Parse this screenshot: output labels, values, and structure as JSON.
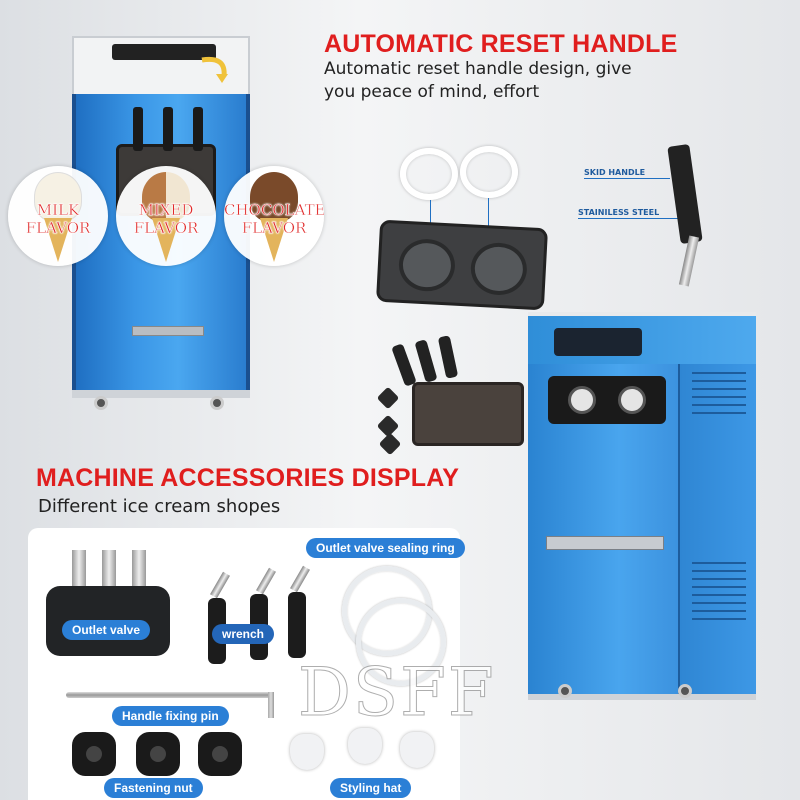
{
  "headings": {
    "reset_title": "AUTOMATIC RESET HANDLE",
    "reset_sub_line1": "Automatic reset handle design, give",
    "reset_sub_line2": "you peace of mind, effort",
    "accessories_title": "MACHINE ACCESSORIES DISPLAY",
    "accessories_sub": "Different ice cream shopes"
  },
  "flavors": [
    {
      "line1": "MILK",
      "line2": "FLAVOR",
      "color": "#f6f1e4"
    },
    {
      "line1": "MIXED",
      "line2": "FLAVOR",
      "color": "#b97a45"
    },
    {
      "line1": "CHOCOLATE",
      "line2": "FLAVOR",
      "color": "#7a4a2a"
    }
  ],
  "part_labels": {
    "skid_handle": "SKID HANDLE",
    "stainless_steel": "STAINILESS STEEL"
  },
  "accessories": {
    "outlet_valve": "Outlet valve",
    "wrench": "wrench",
    "sealing_ring": "Outlet valve sealing ring",
    "handle_pin": "Handle fixing pin",
    "fastening_nut": "Fastening nut",
    "styling_hat": "Styling hat"
  },
  "watermark": "DSFF",
  "colors": {
    "accent_red": "#e01e1e",
    "machine_blue": "#3a96e6",
    "label_blue": "#2b7fd6"
  }
}
